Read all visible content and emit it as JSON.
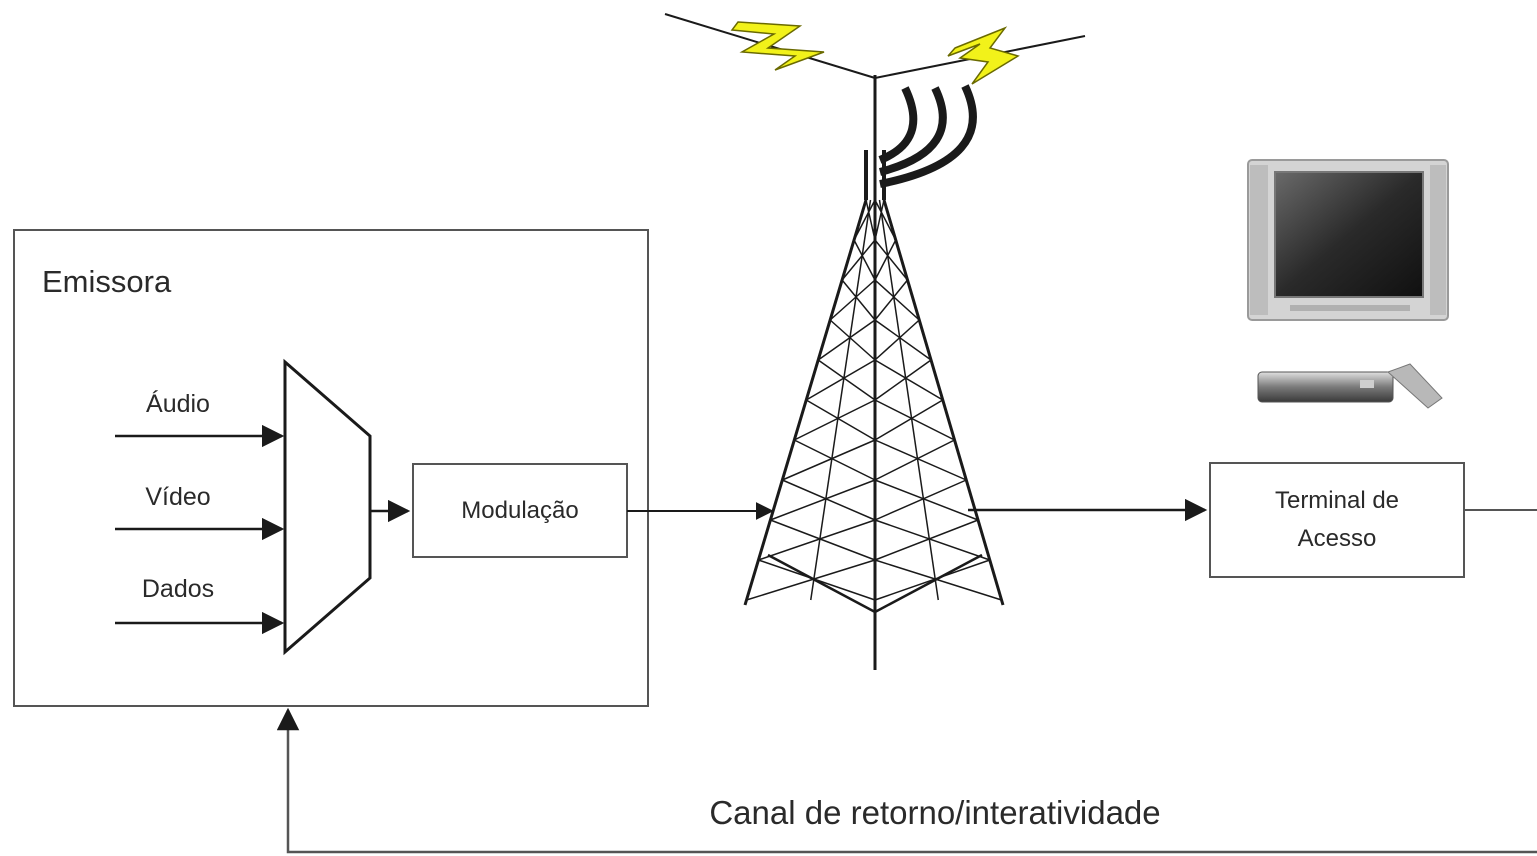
{
  "emissora": {
    "title": "Emissora",
    "inputs": [
      "Áudio",
      "Vídeo",
      "Dados"
    ]
  },
  "modulacao": {
    "label": "Modulação"
  },
  "terminal": {
    "line1": "Terminal de",
    "line2": "Acesso"
  },
  "return_channel": {
    "label": "Canal de retorno/interatividade"
  },
  "icons": {
    "tower": "transmission-tower-icon",
    "lightning": "lightning-bolt-icon",
    "tv": "television-icon",
    "settop": "set-top-box-icon"
  },
  "colors": {
    "line": "#1a1a1a",
    "box_border": "#555555",
    "lightning": "#f2f21a",
    "tv_frame": "#c8c8c8",
    "tv_screen": "#2a2a2a"
  }
}
